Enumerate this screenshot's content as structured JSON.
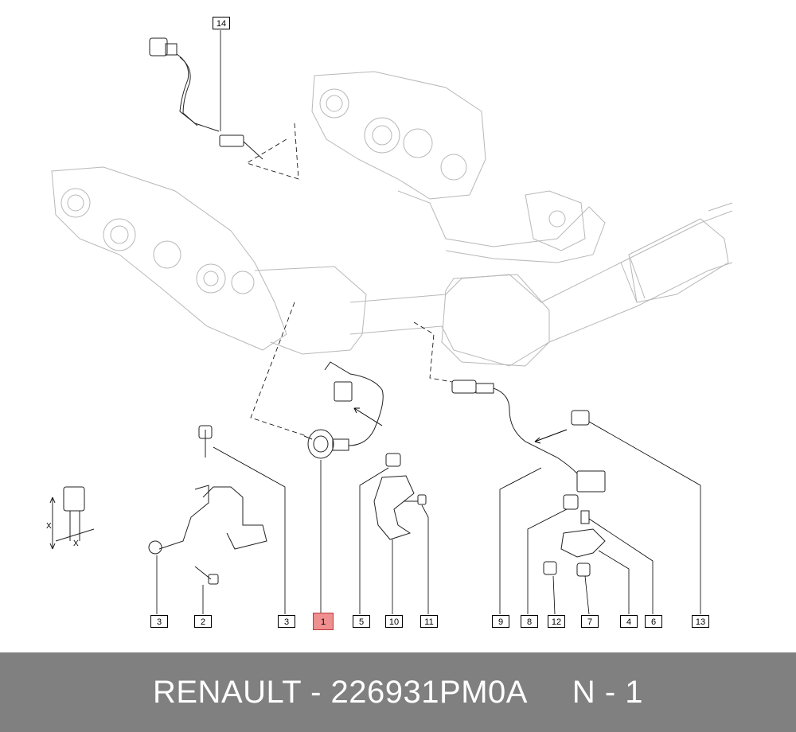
{
  "callouts": [
    {
      "id": "c14",
      "label": "14"
    },
    {
      "id": "c3a",
      "label": "3"
    },
    {
      "id": "c2",
      "label": "2"
    },
    {
      "id": "c3b",
      "label": "3"
    },
    {
      "id": "c1",
      "label": "1"
    },
    {
      "id": "c5",
      "label": "5"
    },
    {
      "id": "c10",
      "label": "10"
    },
    {
      "id": "c11",
      "label": "11"
    },
    {
      "id": "c9",
      "label": "9"
    },
    {
      "id": "c8",
      "label": "8"
    },
    {
      "id": "c12",
      "label": "12"
    },
    {
      "id": "c7",
      "label": "7"
    },
    {
      "id": "c4",
      "label": "4"
    },
    {
      "id": "c6",
      "label": "6"
    },
    {
      "id": "c13",
      "label": "13"
    }
  ],
  "dimension": {
    "x_label_1": "X",
    "x_label_2": "X"
  },
  "footer": {
    "brand": "RENAULT",
    "separator": " - ",
    "part_number": "226931PM0A",
    "gap": "     ",
    "quantity": "N - 1"
  },
  "colors": {
    "footer_bg": "#808080",
    "highlight": "#ef8f8f",
    "line": "#000000"
  }
}
